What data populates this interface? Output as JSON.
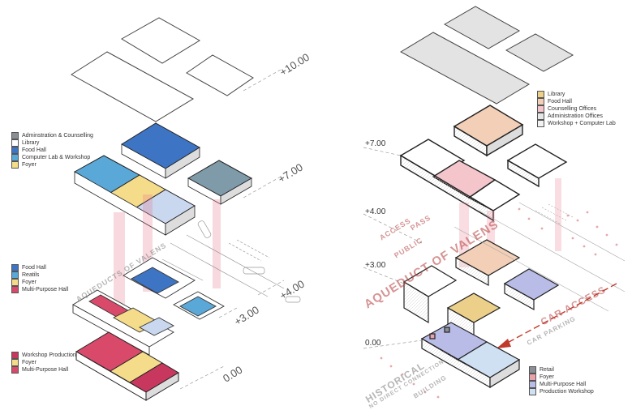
{
  "left_panel": {
    "levels": [
      "+10.00",
      "+7.00",
      "+4.00",
      "+3.00",
      "0.00"
    ],
    "legend_top": [
      {
        "label": "Adminstration & Counselling",
        "color": "#8a8f96"
      },
      {
        "label": "Library",
        "color": "#ffffff"
      },
      {
        "label": "Food Hall",
        "color": "#3d74c4"
      },
      {
        "label": "Computer Lab & Workshop",
        "color": "#5aa8d8"
      },
      {
        "label": "Foyer",
        "color": "#f5dc8a"
      }
    ],
    "legend_mid": [
      {
        "label": "Food Hall",
        "color": "#3d74c4"
      },
      {
        "label": "Reatils",
        "color": "#5aa8d8"
      },
      {
        "label": "Foyer",
        "color": "#f5dc8a"
      },
      {
        "label": "Multi-Purpose Hall",
        "color": "#d94a6a"
      }
    ],
    "legend_bottom": [
      {
        "label": "Workshop Production",
        "color": "#c8385e"
      },
      {
        "label": "Foyer",
        "color": "#f5dc8a"
      },
      {
        "label": "Multi-Purpose Hall",
        "color": "#d94a6a"
      }
    ],
    "labels": {
      "aqueduct": "AQUEDUCTS OF VALENS"
    }
  },
  "right_panel": {
    "levels": [
      "+7.00",
      "+4.00",
      "+3.00",
      "0.00"
    ],
    "legend_top": [
      {
        "label": "Library",
        "color": "#ecd08a"
      },
      {
        "label": "Food Hall",
        "color": "#f2cfb6"
      },
      {
        "label": "Counselling Offices",
        "color": "#f4c6cc"
      },
      {
        "label": "Administration Offices",
        "color": "#e6e6e6"
      },
      {
        "label": "Workshop + Computer Lab",
        "color": "#f2f2f2"
      }
    ],
    "legend_bottom": [
      {
        "label": "Retail",
        "color": "#8a8f96"
      },
      {
        "label": "Foyer",
        "color": "#e7a2ac"
      },
      {
        "label": "Multi-Purpose Hall",
        "color": "#b8bce6"
      },
      {
        "label": "Production Workshop",
        "color": "#cfe0f3"
      }
    ],
    "labels": {
      "aqueduct": "AQUEDUCT OF VALENS",
      "access_1": "ACCESS",
      "public": "PUBLIC",
      "pass": "PASS",
      "car_access": "CAR ACCESS",
      "car_parking": "CAR PARKING",
      "historical": "HISTORICAL",
      "no_direct": "NO DIRECT CONNECTION",
      "building": "BUILDING"
    }
  }
}
